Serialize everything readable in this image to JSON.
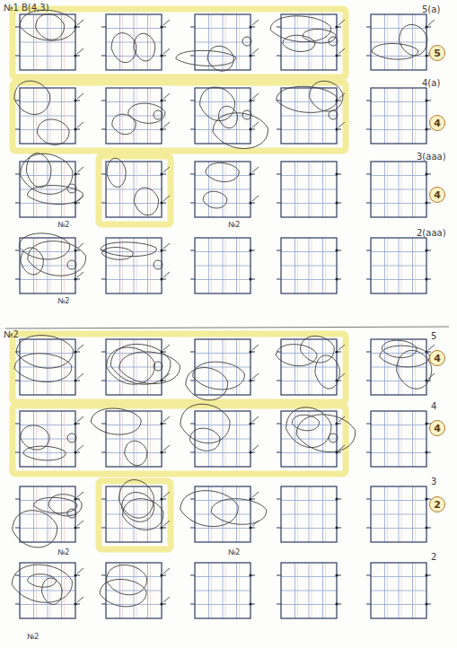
{
  "diagram": {
    "nodes": [
      {
        "text": [
          "5"
        ]
      },
      {
        "text": [
          "4"
        ]
      },
      {
        "text": [
          "4"
        ]
      },
      {
        "text": [
          "4"
        ]
      },
      {
        "text": [
          "4"
        ]
      },
      {
        "text": [
          "2"
        ]
      }
    ],
    "labels": [
      "№1",
      "B(4,3)",
      "5(a)",
      "4(a)",
      "3(aaa)",
      "2(aaa)",
      "№2",
      "5",
      "4",
      "3",
      "2",
      "№2",
      "№2",
      "№2",
      "№2",
      "№2",
      "№2"
    ]
  }
}
